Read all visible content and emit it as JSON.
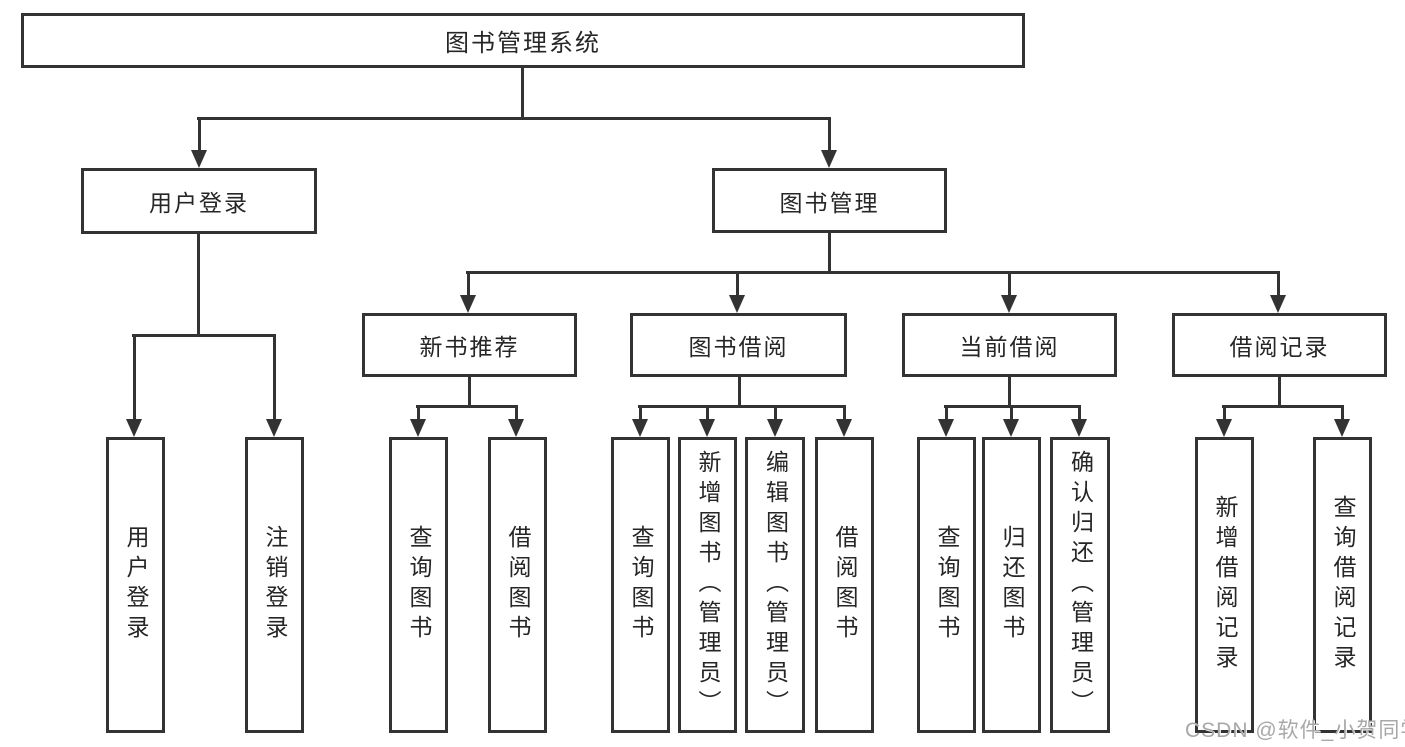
{
  "nodes": {
    "root": "图书管理系统",
    "level2": {
      "user_login": "用户登录",
      "book_mgmt": "图书管理"
    },
    "level3": {
      "new_book_rec": "新书推荐",
      "book_borrow": "图书借阅",
      "current_borrow": "当前借阅",
      "borrow_records": "借阅记录"
    },
    "leaves": {
      "user_login": {
        "login": "用户登录",
        "logout": "注销登录"
      },
      "new_book_rec": {
        "query_book": "查询图书",
        "borrow_book": "借阅图书"
      },
      "book_borrow": {
        "query_book": "查询图书",
        "add_book": "新增图书（管理员）",
        "edit_book": "编辑图书（管理员）",
        "borrow_book": "借阅图书"
      },
      "current_borrow": {
        "query_book": "查询图书",
        "return_book": "归还图书",
        "confirm_return": "确认归还（管理员）"
      },
      "borrow_records": {
        "add_record": "新增借阅记录",
        "query_record": "查询借阅记录"
      }
    }
  },
  "watermark": "CSDN @软件_小贺同学",
  "colors": {
    "line": "#333333",
    "text": "#262626",
    "watermark": "#a8a8a8",
    "background": "#ffffff"
  }
}
